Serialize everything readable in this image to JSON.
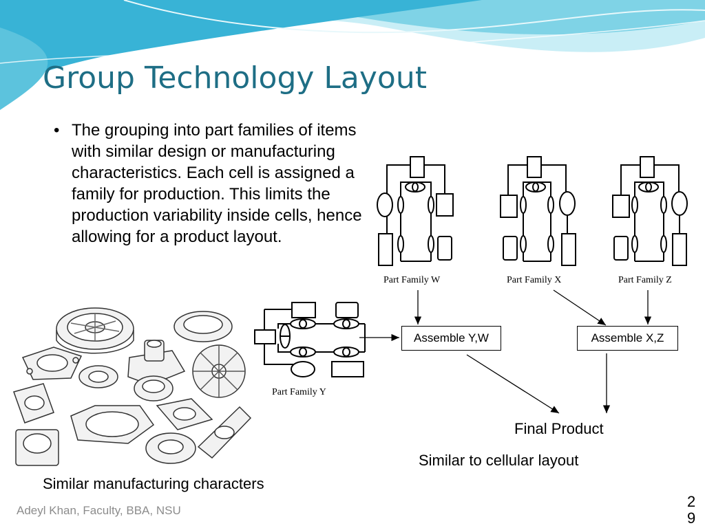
{
  "slide": {
    "title": "Group Technology Layout",
    "bullet": "The grouping into part families of items with similar design or manufacturing characteristics. Each cell is assigned a family for production. This limits the production variability inside cells, hence allowing for a product layout.",
    "parts_caption": "Similar manufacturing characters",
    "footer": "Adeyl Khan, Faculty, BBA, NSU",
    "page_number": "29"
  },
  "diagram": {
    "families": {
      "w": "Part Family W",
      "x": "Part Family X",
      "z": "Part Family Z",
      "y": "Part Family Y"
    },
    "assemble_yw": "Assemble Y,W",
    "assemble_xz": "Assemble X,Z",
    "final_product": "Final Product",
    "cellular_note": "Similar to cellular layout"
  },
  "colors": {
    "title": "#1e6e85",
    "wave_light": "#a9e2ef",
    "wave_mid": "#5cc3dd",
    "wave_dark": "#2fa8cf",
    "footer": "#8c8c8c"
  }
}
